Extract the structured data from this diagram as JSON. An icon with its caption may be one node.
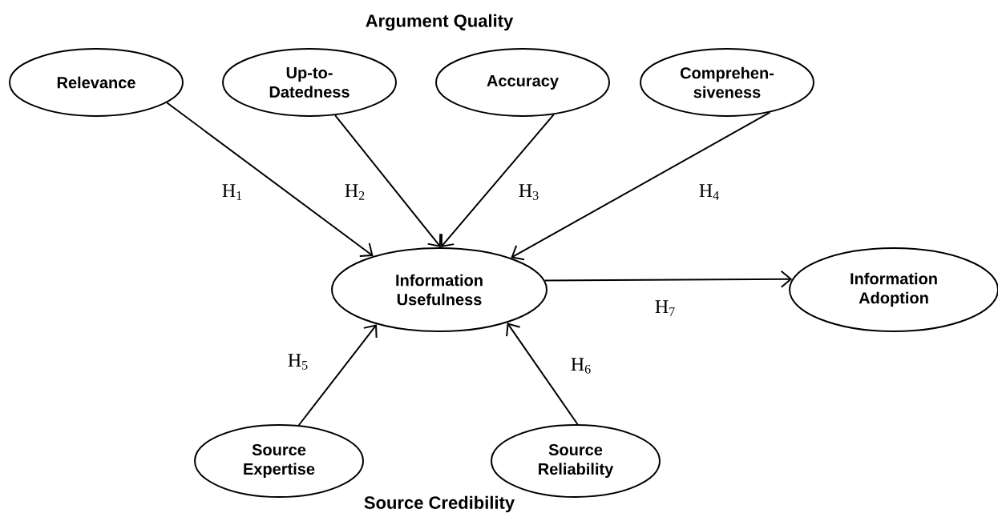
{
  "diagram": {
    "nodes": [
      {
        "text": [
          "Relevance"
        ]
      },
      {
        "text": [
          "Up-to- Datedness"
        ]
      },
      {
        "text": [
          "Accuracy"
        ]
      },
      {
        "text": [
          "Comprehen- siveness"
        ]
      },
      {
        "text": [
          "Information Usefulness"
        ]
      },
      {
        "text": [
          "Information Adoption"
        ]
      },
      {
        "text": [
          "Source Expertise"
        ]
      },
      {
        "text": [
          "Source Reliability"
        ]
      }
    ],
    "edges": [
      {
        "from": 0,
        "to": 4,
        "arrow": "to",
        "label": "H$_{1}$"
      },
      {
        "from": 1,
        "to": 4,
        "arrow": "to",
        "label": "H$_{2}$"
      },
      {
        "from": 2,
        "to": 4,
        "arrow": "to",
        "label": "H$_{3}$"
      },
      {
        "from": 3,
        "to": 4,
        "arrow": "to",
        "label": "H$_{4}$"
      },
      {
        "from": 6,
        "to": 4,
        "arrow": "to",
        "label": "H$_{5}$"
      },
      {
        "from": 7,
        "to": 4,
        "arrow": "to",
        "label": "H$_{6}$"
      },
      {
        "from": 4,
        "to": 5,
        "arrow": "to",
        "label": "H$_{7}$"
      }
    ],
    "labels": [
      "Argument Quality",
      "Source Credibility"
    ]
  }
}
